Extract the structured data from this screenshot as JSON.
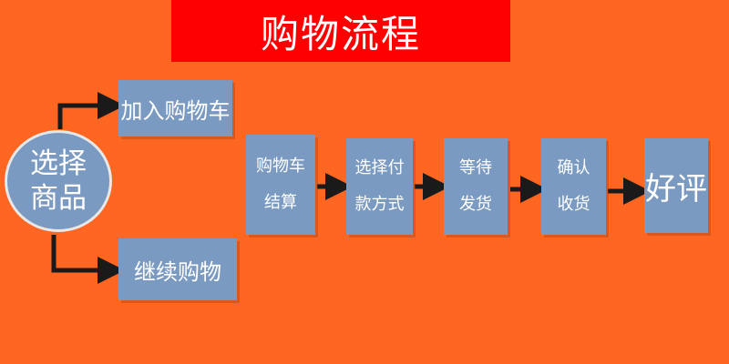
{
  "title": "购物流程",
  "start_node": {
    "line1": "选择",
    "line2": "商品"
  },
  "branch_top": "加入购物车",
  "branch_bottom": "继续购物",
  "steps": [
    {
      "line1": "购物车",
      "line2": "结算"
    },
    {
      "line1": "选择付",
      "line2": "款方式"
    },
    {
      "line1": "等待",
      "line2": "发货"
    },
    {
      "line1": "确认",
      "line2": "收货"
    }
  ],
  "final_step": "好评",
  "colors": {
    "background": "#ff6622",
    "title_bar": "#ff0000",
    "node_fill": "#7b9ac1",
    "arrow": "#1a1a1a",
    "text": "#ffffff"
  }
}
